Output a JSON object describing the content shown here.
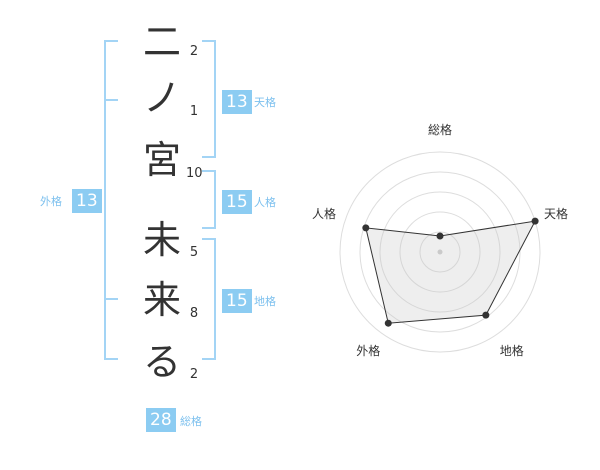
{
  "name_chars": [
    {
      "char": "二",
      "strokes": "2"
    },
    {
      "char": "ノ",
      "strokes": "1"
    },
    {
      "char": "宮",
      "strokes": "10"
    },
    {
      "char": "未",
      "strokes": "5"
    },
    {
      "char": "来",
      "strokes": "8"
    },
    {
      "char": "る",
      "strokes": "2"
    }
  ],
  "fortunes": {
    "tenkaku": {
      "label": "天格",
      "value": "13"
    },
    "jinkaku": {
      "label": "人格",
      "value": "15"
    },
    "chikaku": {
      "label": "地格",
      "value": "15"
    },
    "gaikaku": {
      "label": "外格",
      "value": "13"
    },
    "soukaku": {
      "label": "総格",
      "value": "28"
    }
  },
  "colors": {
    "accent": "#8cccf2",
    "bracket": "#a3d4f5",
    "label": "#7cc0ee",
    "text": "#333333"
  },
  "chart_data": {
    "type": "radar",
    "categories": [
      "総格",
      "天格",
      "地格",
      "外格",
      "人格"
    ],
    "values": [
      0.16,
      1.0,
      0.78,
      0.88,
      0.78
    ],
    "rlim": [
      0,
      1
    ],
    "rings": 5,
    "grid": true
  }
}
